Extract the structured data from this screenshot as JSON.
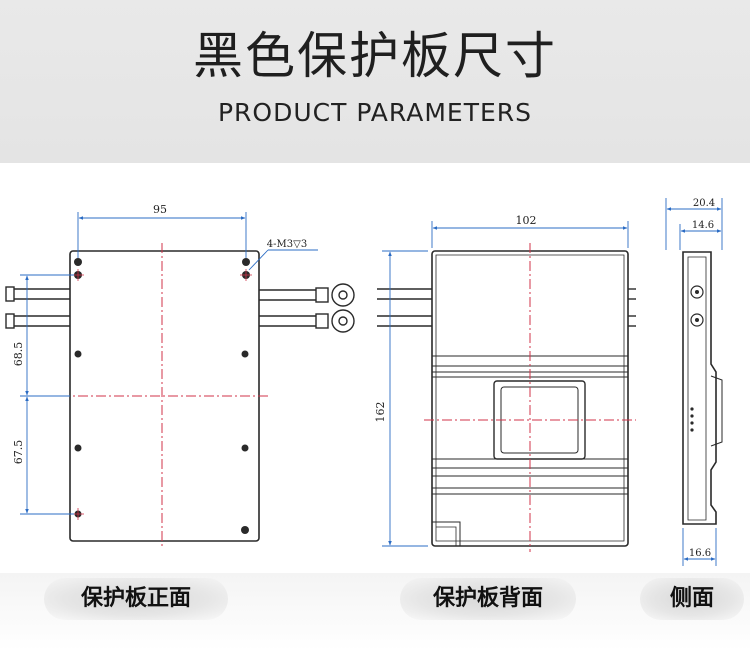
{
  "header": {
    "title_cn": "黑色保护板尺寸",
    "title_en": "PRODUCT PARAMETERS"
  },
  "dimensions": {
    "front_width": "95",
    "front_height_top": "68.5",
    "front_height_bottom": "67.5",
    "hole_spec": "4-M3▽3",
    "back_width": "102",
    "back_height": "162",
    "side_top_width": "20.4",
    "side_inner_width": "14.6",
    "side_bottom_width": "16.6"
  },
  "captions": {
    "front": "保护板正面",
    "back": "保护板背面",
    "side": "侧面"
  },
  "colors": {
    "line": "#2a2a2a",
    "dimension": "#2b6cc4",
    "centerline": "#d0334a",
    "header_bg": "#e6e6e6"
  }
}
